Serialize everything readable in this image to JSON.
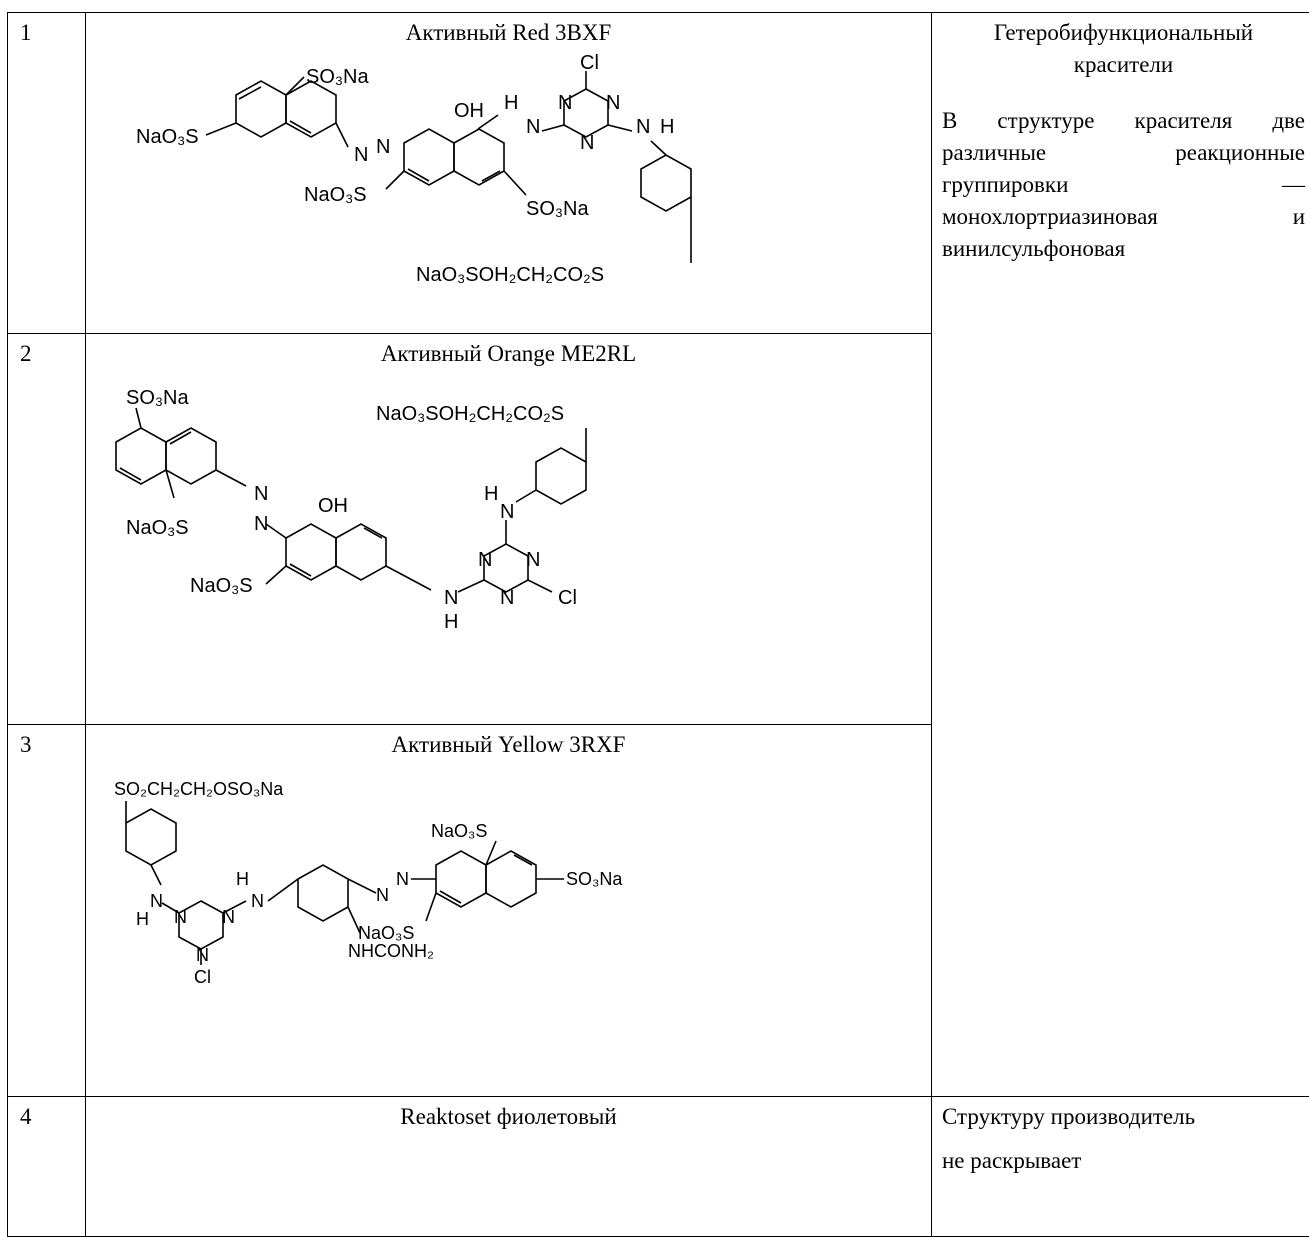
{
  "table": {
    "rows": [
      {
        "number": "1",
        "name": "Активный Red 3BXF",
        "labels": {
          "cl": "Cl",
          "naso3s_left": "NaO₃S",
          "so3na_top": "SO₃Na",
          "oh": "OH",
          "h_left": "H",
          "n_nh": "N",
          "n_t1": "N",
          "n_t2": "N",
          "n_t3": "N",
          "n_right": "N",
          "h_right": "H",
          "n_azo1": "N",
          "n_azo2": "N",
          "naso3s_mid": "NaO₃S",
          "so3na_bottom": "SO₃Na",
          "ester": "NaO₃SOH₂CH₂CO₂S"
        }
      },
      {
        "number": "2",
        "name": "Активный Orange ME2RL",
        "labels": {
          "so3na_top": "SO₃Na",
          "ester": "NaO₃SOH₂CH₂CO₂S",
          "n_azo1": "N",
          "n_azo2": "N",
          "oh": "OH",
          "h_top": "H",
          "n_top": "N",
          "naso3s_left": "NaO₃S",
          "n_t1": "N",
          "n_t2": "N",
          "n_t3": "N",
          "naso3s_bottom": "NaO₃S",
          "n_bottom": "N",
          "h_bottom": "H",
          "cl": "Cl"
        }
      },
      {
        "number": "3",
        "name": "Активный Yellow 3RXF",
        "labels": {
          "sulfonyl": "SO₂CH₂CH₂OSO₃Na",
          "naso3s_top": "NaO₃S",
          "so3na_right": "SO₃Na",
          "h_mid": "H",
          "n_mid": "N",
          "n_azo1": "N",
          "n_azo2": "N",
          "h_left": "H",
          "n_left": "N",
          "n_t1": "N",
          "n_t2": "N",
          "n_t3": "N",
          "naso3s_mid": "NaO₃S",
          "urea": "NHCONH₂",
          "cl": "Cl"
        }
      },
      {
        "number": "4",
        "name": "Reaktoset фиолетовый"
      }
    ],
    "note_group": {
      "heading": "Гетеробифункциональный красители",
      "body": "В структуре красителя две различные реакционные группировки — монохлортриазиновая и винилсульфоновая"
    },
    "note_row4": {
      "line1": "Структуру производитель",
      "line2": "не раскрывает"
    }
  }
}
